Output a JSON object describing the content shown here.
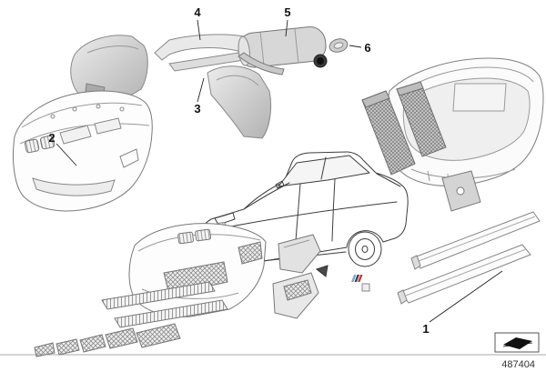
{
  "diagram": {
    "part_number": "487404",
    "callouts": {
      "1": "1",
      "2": "2",
      "3": "3",
      "4": "4",
      "5": "5",
      "6": "6"
    },
    "colors": {
      "line": "#3d3d3d",
      "part_gray": "#c9c9c9",
      "background": "#ffffff"
    }
  }
}
